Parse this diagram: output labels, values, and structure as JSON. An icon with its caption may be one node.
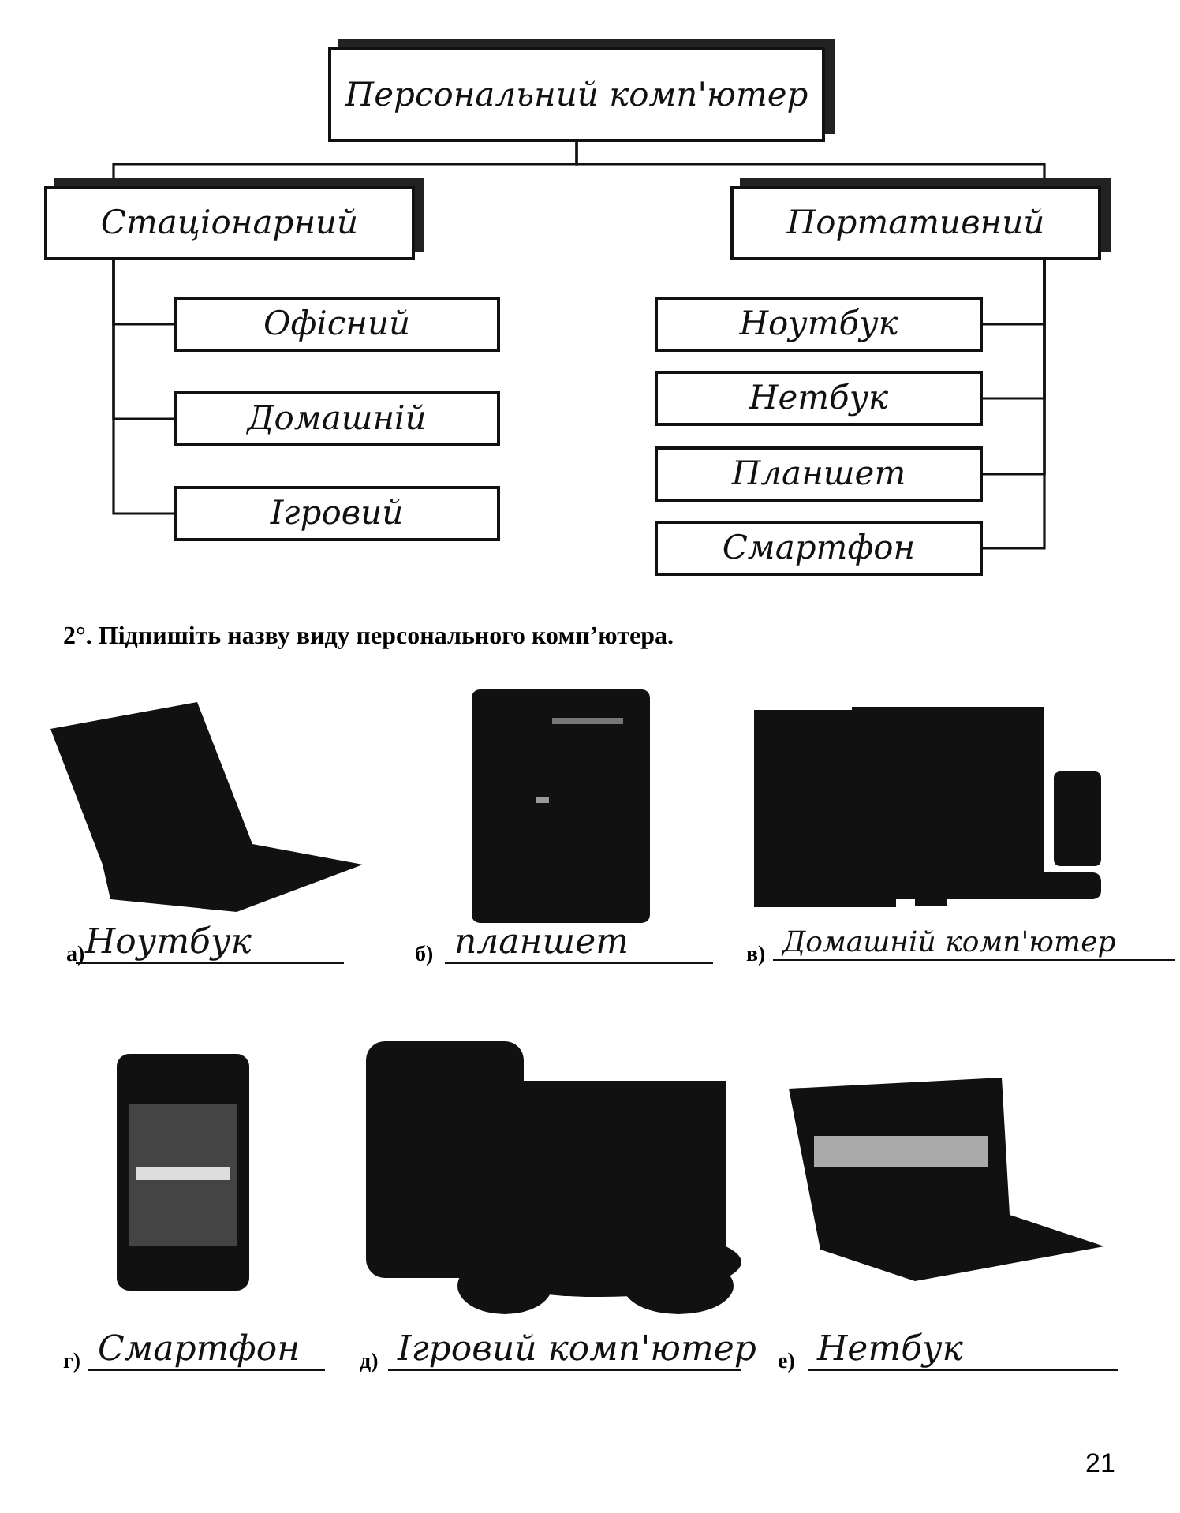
{
  "diagram": {
    "nodes": [
      {
        "text": [
          "Персональний комп'ютер"
        ]
      },
      {
        "text": [
          "Стаціонарний"
        ]
      },
      {
        "text": [
          "Портативний"
        ]
      },
      {
        "text": [
          "Офісний"
        ]
      },
      {
        "text": [
          "Домашній"
        ]
      },
      {
        "text": [
          "Ігровий"
        ]
      },
      {
        "text": [
          "Ноутбук"
        ]
      },
      {
        "text": [
          "Нетбук"
        ]
      },
      {
        "text": [
          "Планшет"
        ]
      },
      {
        "text": [
          "Смартфон"
        ]
      }
    ],
    "edges": [
      {
        "from": 0,
        "to": 1,
        "arrow": "none"
      },
      {
        "from": 0,
        "to": 2,
        "arrow": "none"
      },
      {
        "from": 1,
        "to": 3,
        "arrow": "none"
      },
      {
        "from": 1,
        "to": 4,
        "arrow": "none"
      },
      {
        "from": 1,
        "to": 5,
        "arrow": "none"
      },
      {
        "from": 2,
        "to": 6,
        "arrow": "none"
      },
      {
        "from": 2,
        "to": 7,
        "arrow": "none"
      },
      {
        "from": 2,
        "to": 8,
        "arrow": "none"
      },
      {
        "from": 2,
        "to": 9,
        "arrow": "none"
      }
    ],
    "labels": [
      "2°. Підпишіть назву виду персонального комп’ютера.",
      "а)",
      "Ноутбук",
      "б)",
      "планшет",
      "в)",
      "Домашній комп'ютер",
      "г)",
      "Смартфон",
      "д)",
      "Ігровий комп'ютер",
      "е)",
      "Нетбук",
      "21"
    ]
  }
}
